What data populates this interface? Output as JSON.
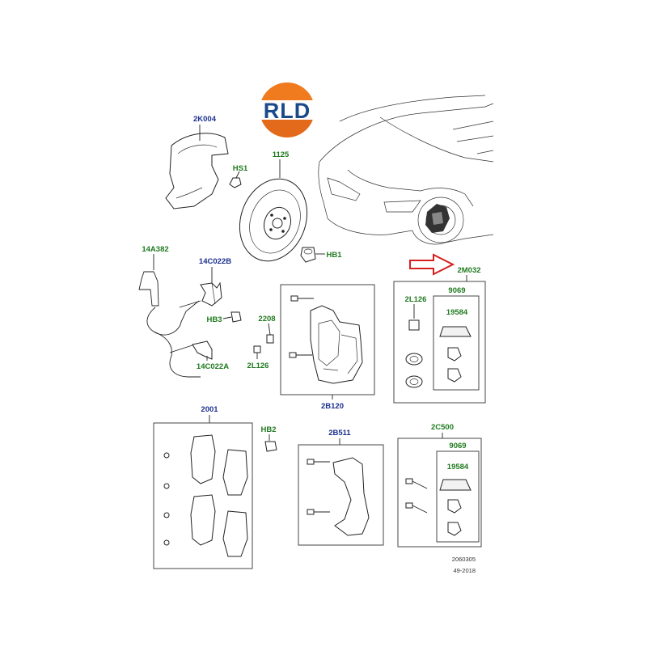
{
  "logo": {
    "text": "RLD",
    "color_top": "#f07a1e",
    "color_bottom": "#e36a1a",
    "text_color": "#1a4a8a"
  },
  "labels": {
    "l_2k004": "2K004",
    "l_hs1": "HS1",
    "l_1125": "1125",
    "l_hb1": "HB1",
    "l_14a382": "14A382",
    "l_14c022b": "14C022B",
    "l_hb3": "HB3",
    "l_2208": "2208",
    "l_2l126_a": "2L126",
    "l_14c022a": "14C022A",
    "l_2b120": "2B120",
    "l_2m032": "2M032",
    "l_9069_a": "9069",
    "l_2l126_b": "2L126",
    "l_19584_a": "19584",
    "l_2001": "2001",
    "l_hb2": "HB2",
    "l_2b511": "2B511",
    "l_2c500": "2C500",
    "l_9069_b": "9069",
    "l_19584_b": "19584"
  },
  "footer": {
    "code": "2060305",
    "date": "49-2018"
  },
  "colors": {
    "blue_label": "#1b2f8f",
    "green_label": "#1f7a1f",
    "arrow": "#d61f1f"
  }
}
